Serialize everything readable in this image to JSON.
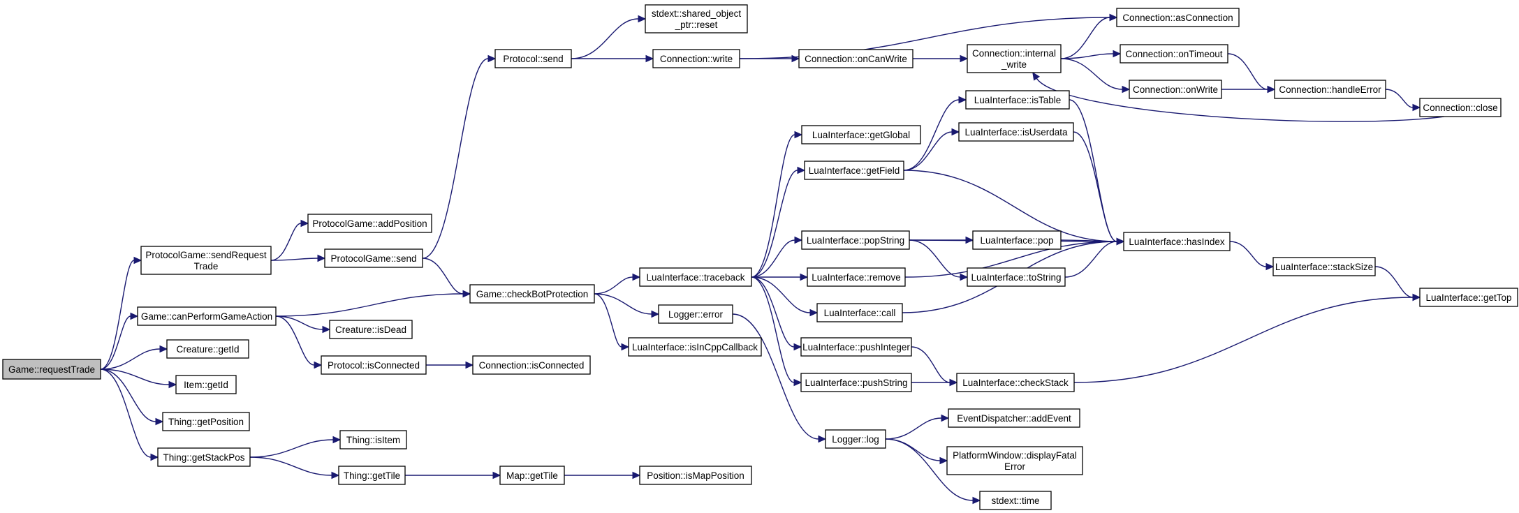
{
  "nodes": {
    "root": [
      "Game::requestTrade"
    ],
    "pg_sendRequestTrade": [
      "ProtocolGame::sendRequest",
      "Trade"
    ],
    "canPerform": [
      "Game::canPerformGameAction"
    ],
    "creature_getId": [
      "Creature::getId"
    ],
    "item_getId": [
      "Item::getId"
    ],
    "thing_getPosition": [
      "Thing::getPosition"
    ],
    "thing_getStackPos": [
      "Thing::getStackPos"
    ],
    "pg_addPosition": [
      "ProtocolGame::addPosition"
    ],
    "pg_send": [
      "ProtocolGame::send"
    ],
    "creature_isDead": [
      "Creature::isDead"
    ],
    "protocol_isConnected": [
      "Protocol::isConnected"
    ],
    "thing_isItem": [
      "Thing::isItem"
    ],
    "thing_getTile": [
      "Thing::getTile"
    ],
    "protocol_send": [
      "Protocol::send"
    ],
    "checkBot": [
      "Game::checkBotProtection"
    ],
    "conn_isConnected": [
      "Connection::isConnected"
    ],
    "map_getTile": [
      "Map::getTile"
    ],
    "stdext_reset": [
      "stdext::shared_object",
      "_ptr::reset"
    ],
    "conn_write": [
      "Connection::write"
    ],
    "lua_traceback": [
      "LuaInterface::traceback"
    ],
    "logger_error": [
      "Logger::error"
    ],
    "lua_isInCpp": [
      "LuaInterface::isInCppCallback"
    ],
    "pos_isMap": [
      "Position::isMapPosition"
    ],
    "conn_onCanWrite": [
      "Connection::onCanWrite"
    ],
    "lua_getGlobal": [
      "LuaInterface::getGlobal"
    ],
    "lua_getField": [
      "LuaInterface::getField"
    ],
    "lua_popString": [
      "LuaInterface::popString"
    ],
    "lua_remove": [
      "LuaInterface::remove"
    ],
    "lua_call": [
      "LuaInterface::call"
    ],
    "lua_pushInteger": [
      "LuaInterface::pushInteger"
    ],
    "lua_pushString": [
      "LuaInterface::pushString"
    ],
    "logger_log": [
      "Logger::log"
    ],
    "conn_internalWrite": [
      "Connection::internal",
      "_write"
    ],
    "lua_isTable": [
      "LuaInterface::isTable"
    ],
    "lua_isUserdata": [
      "LuaInterface::isUserdata"
    ],
    "lua_pop": [
      "LuaInterface::pop"
    ],
    "lua_toString": [
      "LuaInterface::toString"
    ],
    "lua_checkStack": [
      "LuaInterface::checkStack"
    ],
    "ed_addEvent": [
      "EventDispatcher::addEvent"
    ],
    "pw_displayFatal": [
      "PlatformWindow::displayFatal",
      "Error"
    ],
    "stdext_time": [
      "stdext::time"
    ],
    "conn_asConnection": [
      "Connection::asConnection"
    ],
    "conn_onTimeout": [
      "Connection::onTimeout"
    ],
    "conn_onWrite": [
      "Connection::onWrite"
    ],
    "lua_hasIndex": [
      "LuaInterface::hasIndex"
    ],
    "conn_handleError": [
      "Connection::handleError"
    ],
    "lua_stackSize": [
      "LuaInterface::stackSize"
    ],
    "conn_close": [
      "Connection::close"
    ],
    "lua_getTop": [
      "LuaInterface::getTop"
    ]
  },
  "edges": [
    [
      "root",
      "pg_sendRequestTrade"
    ],
    [
      "root",
      "canPerform"
    ],
    [
      "root",
      "creature_getId"
    ],
    [
      "root",
      "item_getId"
    ],
    [
      "root",
      "thing_getPosition"
    ],
    [
      "root",
      "thing_getStackPos"
    ],
    [
      "pg_sendRequestTrade",
      "pg_addPosition"
    ],
    [
      "pg_sendRequestTrade",
      "pg_send"
    ],
    [
      "pg_send",
      "protocol_send"
    ],
    [
      "pg_send",
      "checkBot"
    ],
    [
      "canPerform",
      "checkBot"
    ],
    [
      "canPerform",
      "creature_isDead"
    ],
    [
      "canPerform",
      "protocol_isConnected"
    ],
    [
      "protocol_isConnected",
      "conn_isConnected"
    ],
    [
      "thing_getStackPos",
      "thing_isItem"
    ],
    [
      "thing_getStackPos",
      "thing_getTile"
    ],
    [
      "thing_getTile",
      "map_getTile"
    ],
    [
      "map_getTile",
      "pos_isMap"
    ],
    [
      "protocol_send",
      "stdext_reset"
    ],
    [
      "protocol_send",
      "conn_write"
    ],
    [
      "conn_write",
      "conn_asConnection"
    ],
    [
      "conn_write",
      "conn_onCanWrite"
    ],
    [
      "conn_onCanWrite",
      "conn_internalWrite"
    ],
    [
      "conn_internalWrite",
      "conn_asConnection"
    ],
    [
      "conn_internalWrite",
      "conn_onTimeout"
    ],
    [
      "conn_internalWrite",
      "conn_onWrite"
    ],
    [
      "conn_onTimeout",
      "conn_handleError"
    ],
    [
      "conn_onWrite",
      "conn_handleError"
    ],
    [
      "conn_handleError",
      "conn_close"
    ],
    [
      "conn_close",
      "conn_internalWrite"
    ],
    [
      "checkBot",
      "lua_traceback"
    ],
    [
      "checkBot",
      "logger_error"
    ],
    [
      "checkBot",
      "lua_isInCpp"
    ],
    [
      "lua_traceback",
      "lua_getGlobal"
    ],
    [
      "lua_traceback",
      "lua_getField"
    ],
    [
      "lua_traceback",
      "lua_popString"
    ],
    [
      "lua_traceback",
      "lua_remove"
    ],
    [
      "lua_traceback",
      "lua_call"
    ],
    [
      "lua_traceback",
      "lua_pushInteger"
    ],
    [
      "lua_traceback",
      "lua_pushString"
    ],
    [
      "logger_error",
      "logger_log"
    ],
    [
      "lua_getField",
      "lua_isTable"
    ],
    [
      "lua_getField",
      "lua_isUserdata"
    ],
    [
      "lua_getField",
      "lua_hasIndex"
    ],
    [
      "lua_isTable",
      "lua_hasIndex"
    ],
    [
      "lua_isUserdata",
      "lua_hasIndex"
    ],
    [
      "lua_popString",
      "lua_pop"
    ],
    [
      "lua_popString",
      "lua_toString"
    ],
    [
      "lua_popString",
      "lua_hasIndex"
    ],
    [
      "lua_pop",
      "lua_hasIndex"
    ],
    [
      "lua_toString",
      "lua_hasIndex"
    ],
    [
      "lua_remove",
      "lua_hasIndex"
    ],
    [
      "lua_call",
      "lua_hasIndex"
    ],
    [
      "lua_pushInteger",
      "lua_checkStack"
    ],
    [
      "lua_pushString",
      "lua_checkStack"
    ],
    [
      "lua_checkStack",
      "lua_getTop"
    ],
    [
      "lua_hasIndex",
      "lua_stackSize"
    ],
    [
      "lua_stackSize",
      "lua_getTop"
    ],
    [
      "logger_log",
      "ed_addEvent"
    ],
    [
      "logger_log",
      "pw_displayFatal"
    ],
    [
      "logger_log",
      "stdext_time"
    ]
  ]
}
